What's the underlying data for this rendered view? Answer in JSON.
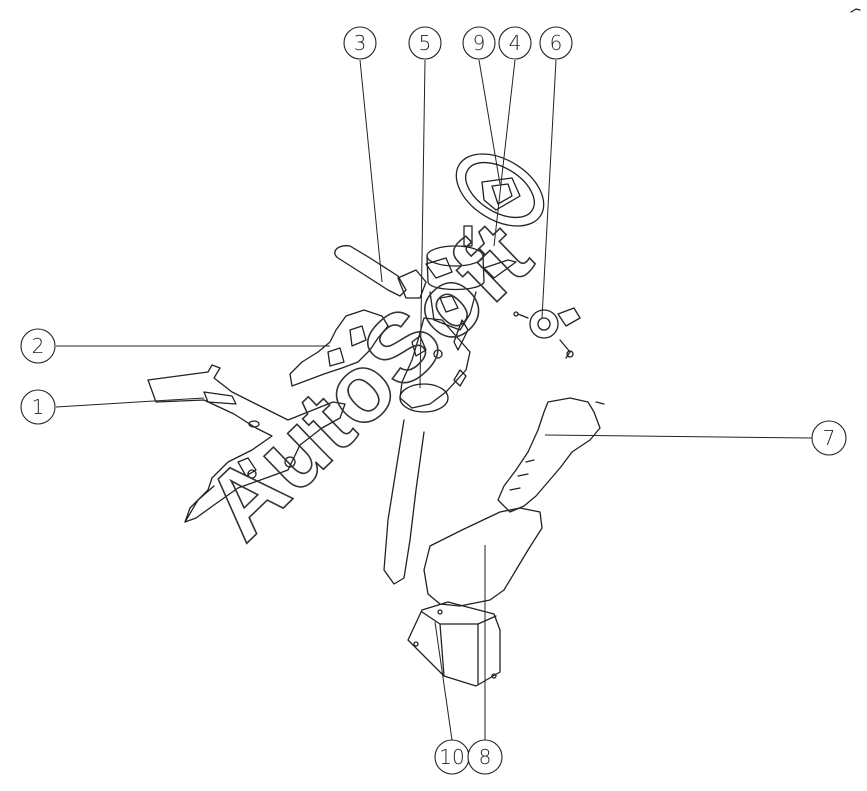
{
  "callouts": [
    {
      "id": "1",
      "label": "1"
    },
    {
      "id": "2",
      "label": "2"
    },
    {
      "id": "3",
      "label": "3"
    },
    {
      "id": "4",
      "label": "4"
    },
    {
      "id": "5",
      "label": "5"
    },
    {
      "id": "6",
      "label": "6"
    },
    {
      "id": "7",
      "label": "7"
    },
    {
      "id": "8",
      "label": "8"
    },
    {
      "id": "9",
      "label": "9"
    },
    {
      "id": "10",
      "label": "10"
    }
  ],
  "watermark": {
    "text": "AutoSoft"
  }
}
